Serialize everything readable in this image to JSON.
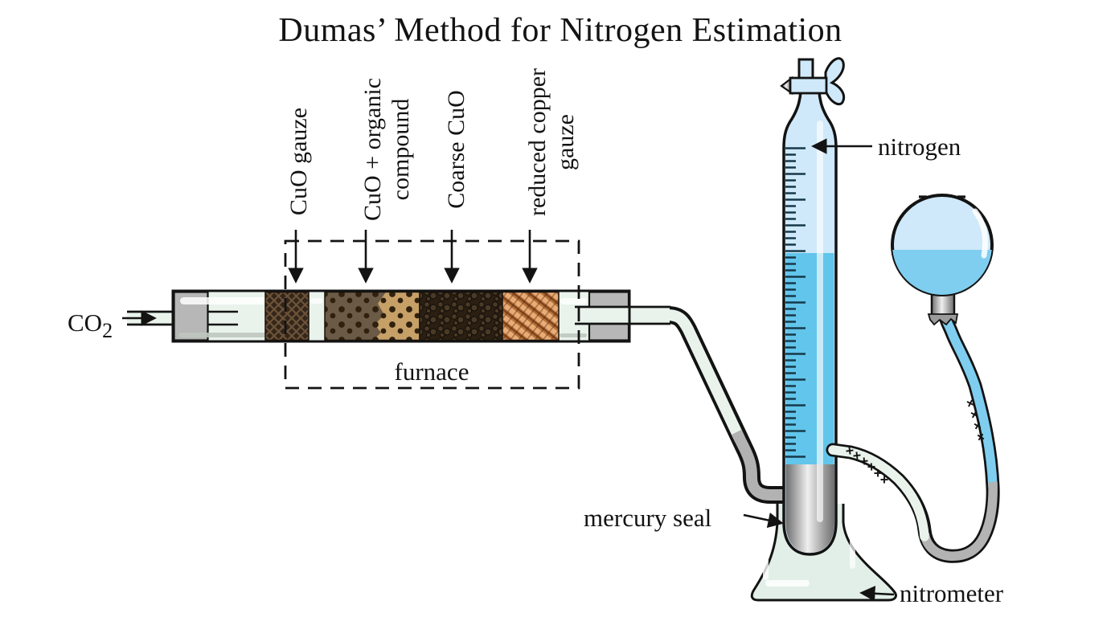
{
  "title": "Dumas’ Method for Nitrogen Estimation",
  "tube_labels": {
    "cuo_gauze": "CuO gauze",
    "cuo_organic_line1": "CuO + organic",
    "cuo_organic_line2": "compound",
    "coarse_cuo": "Coarse CuO",
    "reduced_copper_line1": "reduced copper",
    "reduced_copper_line2": "gauze"
  },
  "labels": {
    "co2_base": "CO",
    "co2_sub": "2",
    "furnace": "furnace",
    "nitrogen": "nitrogen",
    "mercury_seal": "mercury seal",
    "nitrometer": "nitrometer"
  },
  "colors": {
    "background": "#ffffff",
    "outline": "#131313",
    "glass_green": "#e9f3ec",
    "gas_blue": "#cfe9fa",
    "liquid_blue": "#62c5eb",
    "flask_liquid": "#7fceef",
    "base_glass": "#e2efe8",
    "stopper_gray": "#b7b7b7",
    "mercury_light": "#efefef",
    "mercury_mid": "#9a9a9a",
    "mercury_dark": "#6e6e6e",
    "tick_color": "#16394a",
    "cuo_gauze_bg": "#342619",
    "cuo_gauze_line": "#6d5339",
    "organic_dark": "#6b5a46",
    "organic_tan": "#c6a067",
    "organic_dot": "#30200e",
    "coarse_bg": "#2b1f12",
    "coarse_pebble": "#4b3a26",
    "copper_base": "#b5713b",
    "copper_light": "#e8ad76",
    "copper_dark": "#7d431d"
  }
}
